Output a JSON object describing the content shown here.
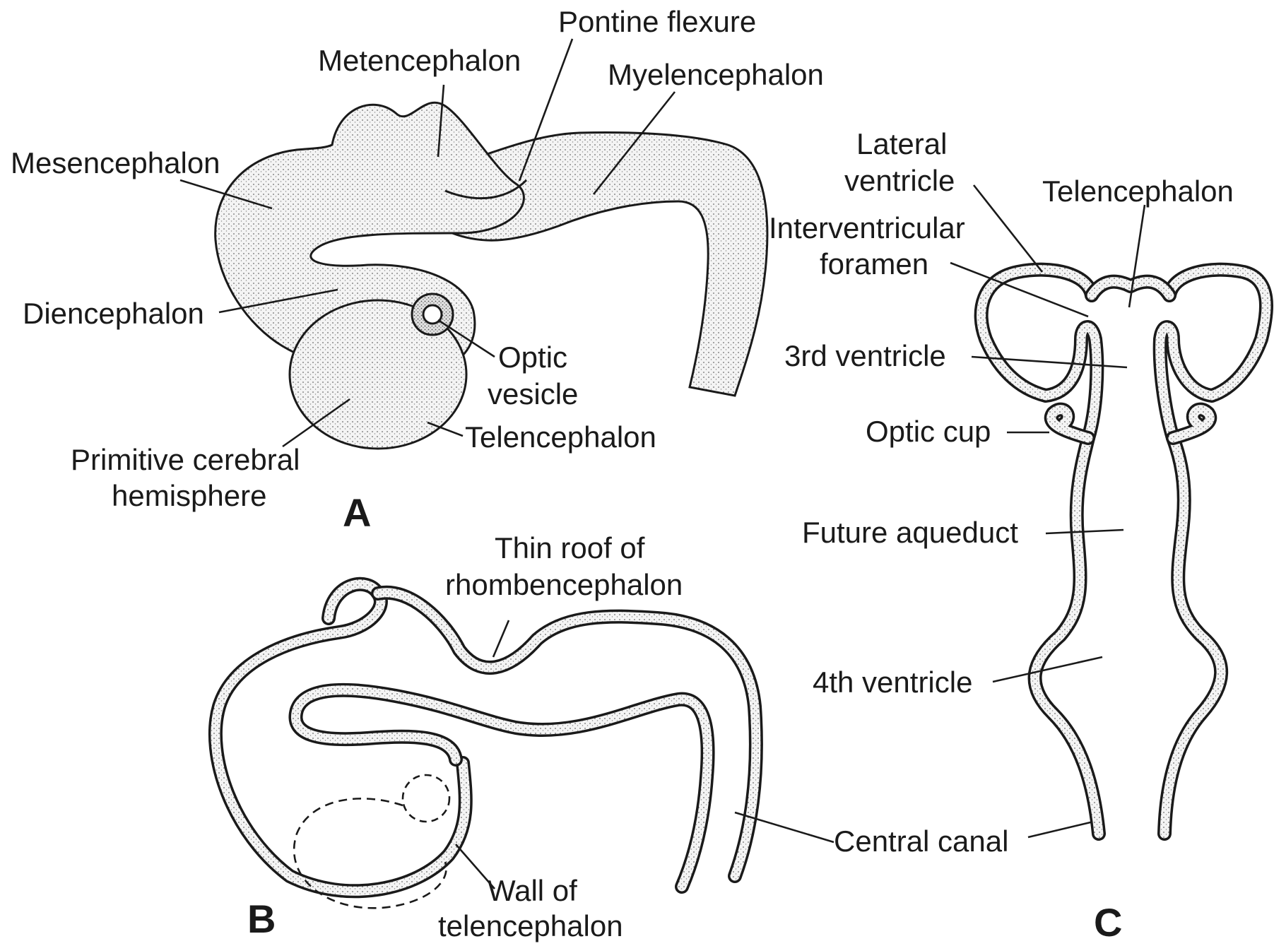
{
  "panels": {
    "a": "A",
    "b": "B",
    "c": "C"
  },
  "panel_a": {
    "metencephalon": "Metencephalon",
    "pontine_flexure": "Pontine flexure",
    "myelencephalon": "Myelencephalon",
    "mesencephalon": "Mesencephalon",
    "diencephalon": "Diencephalon",
    "optic_vesicle_line1": "Optic",
    "optic_vesicle_line2": "vesicle",
    "telencephalon": "Telencephalon",
    "primitive_hemisphere_line1": "Primitive cerebral",
    "primitive_hemisphere_line2": "hemisphere"
  },
  "panel_b": {
    "thin_roof_line1": "Thin roof of",
    "thin_roof_line2": "rhombencephalon",
    "wall_line1": "Wall of",
    "wall_line2": "telencephalon",
    "central_canal": "Central canal"
  },
  "panel_c": {
    "lateral_ventricle_line1": "Lateral",
    "lateral_ventricle_line2": "ventricle",
    "telencephalon": "Telencephalon",
    "interventricular_line1": "Interventricular",
    "interventricular_line2": "foramen",
    "third_ventricle": "3rd ventricle",
    "optic_cup": "Optic cup",
    "future_aqueduct": "Future aqueduct",
    "fourth_ventricle": "4th ventricle"
  }
}
